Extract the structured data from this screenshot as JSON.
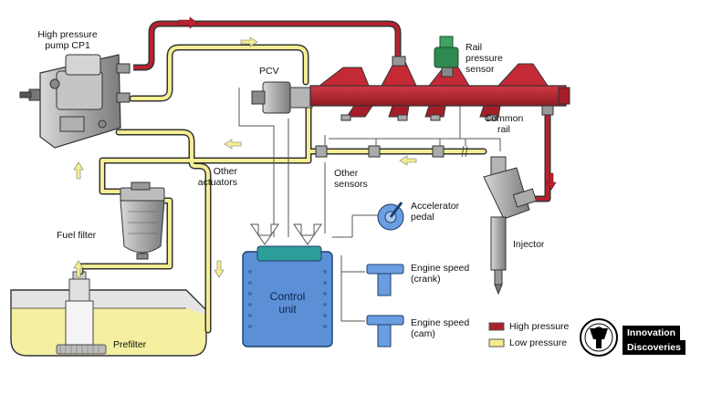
{
  "labels": {
    "high_pressure_pump": "High pressure\npump CP1",
    "pcv": "PCV",
    "rail_pressure_sensor": "Rail\npressure\nsensor",
    "common_rail": "Common\nrail",
    "other_actuators": "Other\nactuators",
    "other_sensors": "Other\nsensors",
    "fuel_filter": "Fuel filter",
    "accelerator_pedal": "Accelerator\npedal",
    "injector": "Injector",
    "control_unit": "Control\nunit",
    "engine_speed_crank": "Engine speed\n(crank)",
    "engine_speed_cam": "Engine speed\n(cam)",
    "prefilter": "Prefilter"
  },
  "legend": [
    {
      "label": "High pressure",
      "color": "#a8202c"
    },
    {
      "label": "Low pressure",
      "color": "#f2ec8c"
    }
  ],
  "brand": {
    "line1": "Innovation",
    "line2": "Discoveries"
  },
  "colors": {
    "high_pressure": "#b8222e",
    "low_pressure": "#f4ee92",
    "pipe_outline": "#333333",
    "control_unit": "#5b8fd6",
    "sensor_blue": "#6b9ee0",
    "tank_fuel": "#f5f0a0",
    "component_grey": "#9a9a9a"
  }
}
